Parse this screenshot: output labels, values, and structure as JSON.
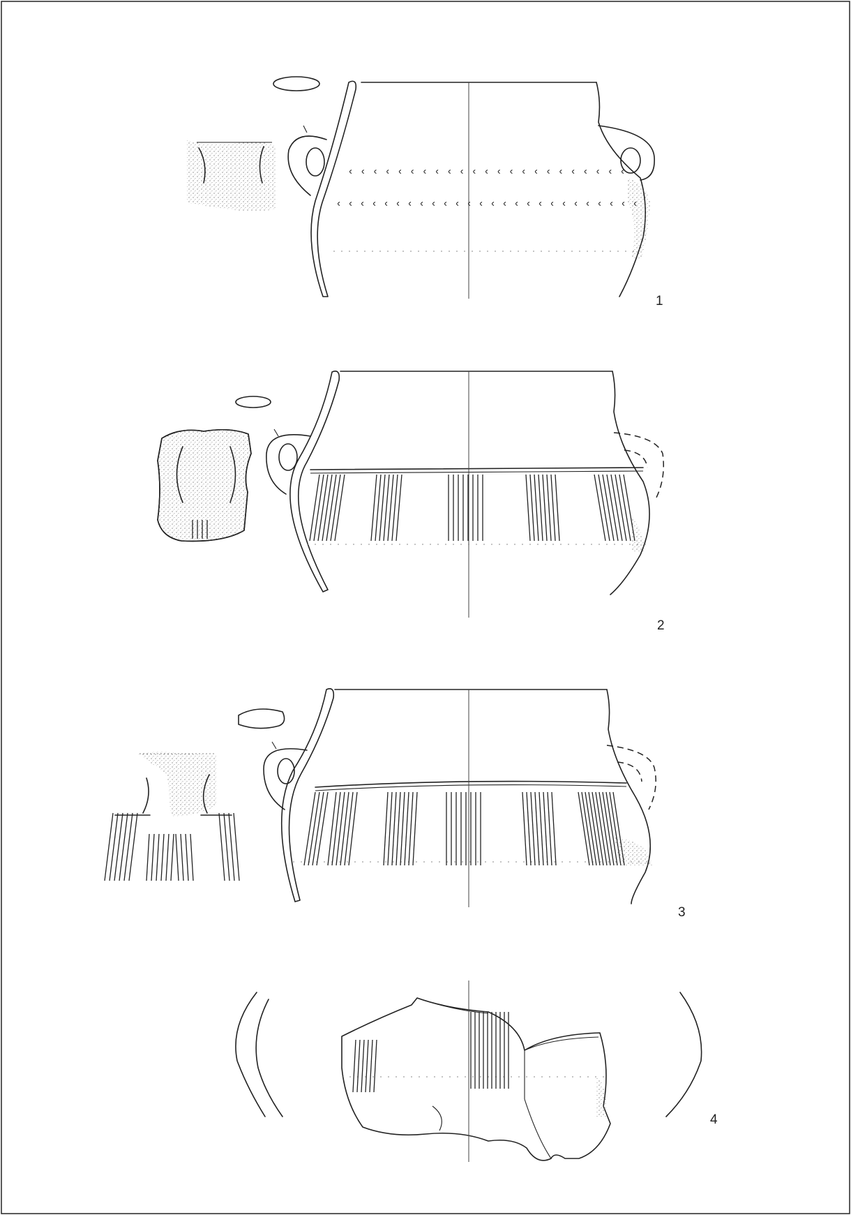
{
  "figure": {
    "numbers": [
      "1",
      "2",
      "3",
      "4"
    ]
  },
  "colors": {
    "ink": "#222222",
    "paper": "#ffffff",
    "frame": "#222222"
  }
}
